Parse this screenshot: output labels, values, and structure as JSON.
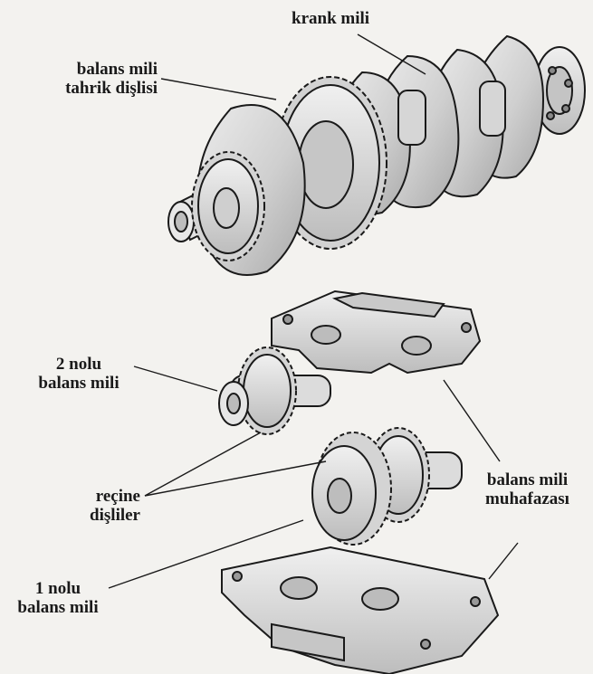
{
  "labels": {
    "crankshaft": "krank mili",
    "drive_gear_line1": "balans mili",
    "drive_gear_line2": "tahrik dişlisi",
    "shaft2_line1": "2 nolu",
    "shaft2_line2": "balans mili",
    "resin_line1": "reçine",
    "resin_line2": "dişliler",
    "shaft1_line1": "1 nolu",
    "shaft1_line2": "balans mili",
    "housing_line1": "balans mili",
    "housing_line2": "muhafazası"
  },
  "colors": {
    "ink": "#1a1a1a",
    "part_fill": "#dcdcdc",
    "part_shade": "#b9b9b9",
    "background": "#f3f2ef"
  }
}
